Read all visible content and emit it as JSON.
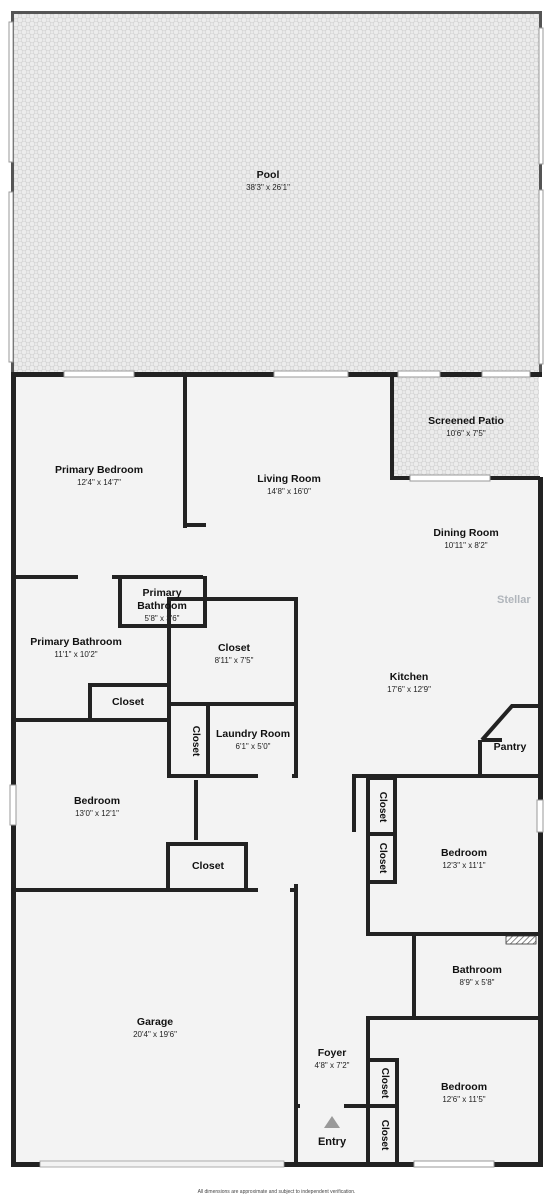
{
  "rooms": {
    "pool": {
      "name": "Pool",
      "dims": "38'3\" x 26'1\""
    },
    "screened_patio": {
      "name": "Screened Patio",
      "dims": "10'6\" x 7'5\""
    },
    "primary_bedroom": {
      "name": "Primary Bedroom",
      "dims": "12'4\" x 14'7\""
    },
    "living_room": {
      "name": "Living Room",
      "dims": "14'8\" x 16'0\""
    },
    "dining_room": {
      "name": "Dining Room",
      "dims": "10'11\" x 8'2\""
    },
    "primary_bathroom_small": {
      "name_line1": "Primary",
      "name_line2": "Bathroom",
      "dims": "5'8\" x 3'6\""
    },
    "primary_bathroom": {
      "name": "Primary Bathroom",
      "dims": "11'1\" x 10'2\""
    },
    "closet_main": {
      "name": "Closet",
      "dims": "8'11\" x 7'5\""
    },
    "kitchen": {
      "name": "Kitchen",
      "dims": "17'6\" x 12'9\""
    },
    "closet_primary_bath": {
      "name": "Closet"
    },
    "closet_laundry": {
      "name": "Closet"
    },
    "laundry_room": {
      "name": "Laundry Room",
      "dims": "6'1\" x 5'0\""
    },
    "pantry": {
      "name": "Pantry"
    },
    "bedroom_west": {
      "name": "Bedroom",
      "dims": "13'0\" x 12'1\""
    },
    "closet_bedroom_west": {
      "name": "Closet"
    },
    "closet_east_1": {
      "name": "Closet"
    },
    "closet_east_2": {
      "name": "Closet"
    },
    "bedroom_east": {
      "name": "Bedroom",
      "dims": "12'3\" x 11'1\""
    },
    "bathroom": {
      "name": "Bathroom",
      "dims": "8'9\" x 5'8\""
    },
    "garage": {
      "name": "Garage",
      "dims": "20'4\" x 19'6\""
    },
    "foyer": {
      "name": "Foyer",
      "dims": "4'8\" x 7'2\""
    },
    "closet_se_1": {
      "name": "Closet"
    },
    "closet_se_2": {
      "name": "Closet"
    },
    "bedroom_south": {
      "name": "Bedroom",
      "dims": "12'6\" x 11'5\""
    }
  },
  "entry_label": "Entry",
  "watermark": "Stellar",
  "disclaimer": "All dimensions are approximate and subject to independent verification.",
  "colors": {
    "wall": "#222222",
    "floor": "#f3f3f3",
    "pool": "#ebebeb",
    "window": "#ffffff"
  }
}
